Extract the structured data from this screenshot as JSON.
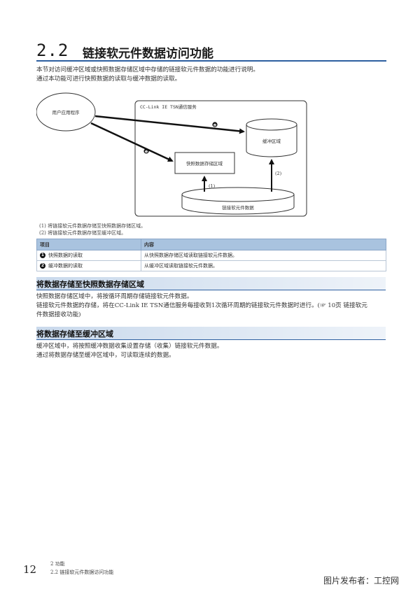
{
  "section": {
    "number": "2.2",
    "title": "链接软元件数据访问功能"
  },
  "intro": [
    "本节对访问缓冲区域或快照数据存储区域中存储的链接软元件数据的功能进行说明。",
    "通过本功能可进行快照数据的读取与缓冲数据的读取。"
  ],
  "diagram": {
    "user_program": "用户应用程序",
    "service_label": "CC-Link IE TSN通信服务",
    "buffer_area": "缓冲区域",
    "snapshot_area": "快照数据存储区域",
    "link_device_data": "链接软元件数据",
    "marker_1": "❶",
    "marker_2": "❷",
    "label_1": "(1)",
    "label_2": "(2)"
  },
  "notes": [
    "(1) 将链接软元件数据存储至快照数据存储区域。",
    "(2) 将链接软元件数据存储至缓冲区域。"
  ],
  "table": {
    "headers": [
      "项目",
      "内容"
    ],
    "rows": [
      {
        "badge": "1",
        "item": "快照数据的读取",
        "content": "从快照数据存储区域读取链接软元件数据。"
      },
      {
        "badge": "2",
        "item": "缓冲数据的读取",
        "content": "从缓冲区域读取链接软元件数据。"
      }
    ]
  },
  "snapshot_section": {
    "heading": "将数据存储至快照数据存储区域",
    "lines": [
      "快照数据存储区域中，将按循环周期存储链接软元件数据。",
      "链接软元件数据的存储，将在CC-Link IE TSN通信服务每接收到1次循环周期的链接软元件数据时进行。(☞ 10页 链接软元",
      "件数据接收功能)"
    ]
  },
  "buffer_section": {
    "heading": "将数据存储至缓冲区域",
    "lines": [
      "缓冲区域中，将按照缓冲数据收集设置存储（收集）链接软元件数据。",
      "通过将数据存储至缓冲区域中，可读取连续的数据。"
    ]
  },
  "footer": {
    "page_number": "12",
    "chapter": "2  功能",
    "section": "2.2  链接软元件数据访问功能"
  },
  "watermark": "图片发布者：工控网"
}
